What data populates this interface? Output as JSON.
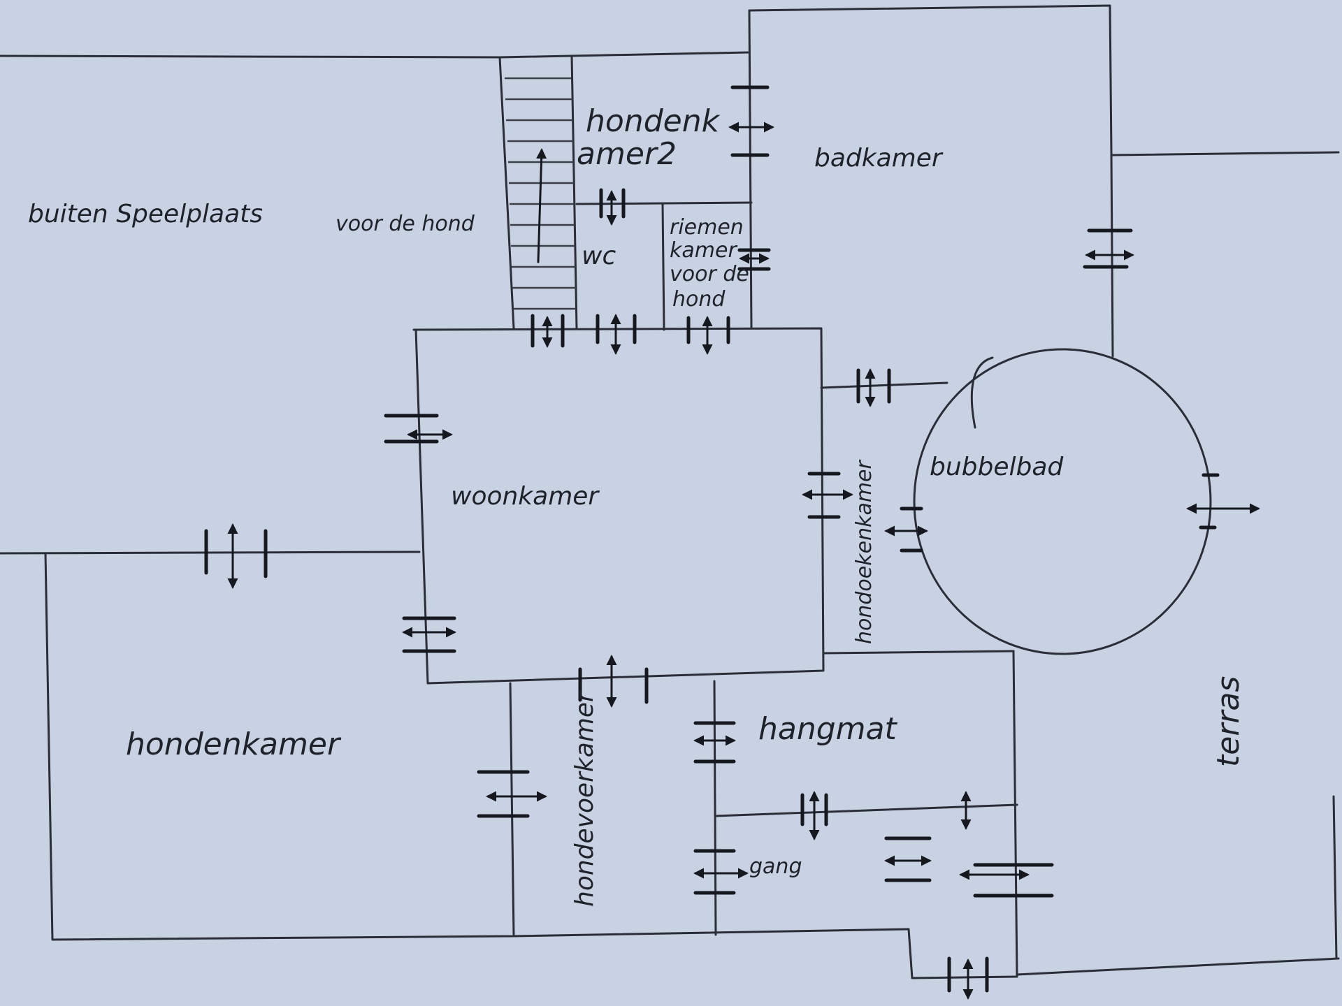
{
  "labels": {
    "buiten": "buiten Speelplaats",
    "voor_de_hond": "voor de hond",
    "hondenkamer2_line1": "hondenk",
    "hondenkamer2_line2": "amer2",
    "badkamer": "badkamer",
    "wc": "wc",
    "riemen_line1": "riemen",
    "riemen_line2": "kamer",
    "riemen_line3": "voor de",
    "riemen_line4": "hond",
    "woonkamer": "woonkamer",
    "bubbelbad": "bubbelbad",
    "hondenkamer": "hondenkamer",
    "hondenvoerkamer": "hondevoerkamer",
    "hondenkoekenkamer": "hondoekenkamer",
    "hangmat": "hangmat",
    "gang": "gang",
    "terras": "terras"
  },
  "colors": {
    "paper": "#c9d2e3",
    "ink": "#2a2e38"
  },
  "icons": {
    "door": "double-arrow-icon",
    "stairs": "stairs-up-arrow-icon"
  }
}
